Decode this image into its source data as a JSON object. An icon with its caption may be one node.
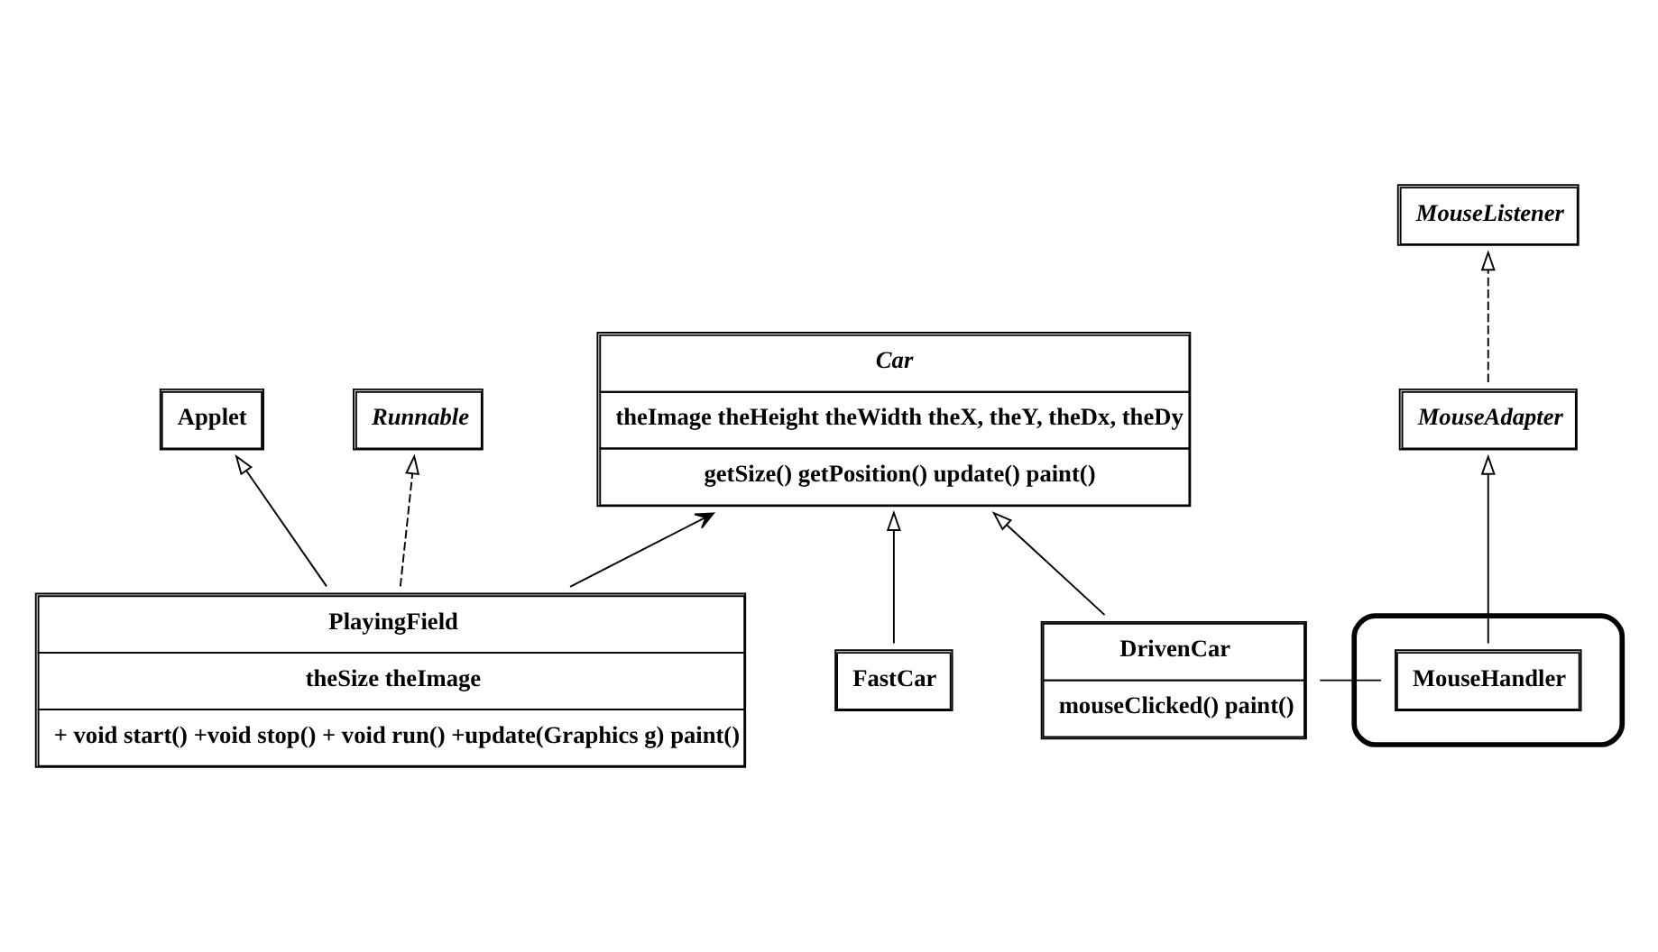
{
  "diagram": {
    "nodes": [
      {
        "text": [
          "Applet"
        ]
      },
      {
        "text": [
          "Runnable"
        ]
      },
      {
        "text": [
          "PlayingField",
          "theSize theImage",
          "+ void start() +void stop() + void run() +update(Graphics g) paint()"
        ]
      },
      {
        "text": [
          "Car",
          "theImage theHeight theWidth theX, theY, theDx, theDy",
          "getSize() getPosition() update() paint()"
        ]
      },
      {
        "text": [
          "MouseListener"
        ]
      },
      {
        "text": [
          "MouseAdapter"
        ]
      },
      {
        "text": [],
        "shape": "ellipse"
      },
      {
        "text": [
          "MouseHandler"
        ],
        "in": 6
      },
      {
        "text": [
          "FastCar"
        ]
      },
      {
        "text": [
          "DrivenCar",
          "mouseClicked() paint()"
        ]
      }
    ],
    "edges": [
      {
        "from": 2,
        "to": 0,
        "arrow": "to"
      },
      {
        "from": 2,
        "to": 1,
        "arrow": "to",
        "style": "dashed"
      },
      {
        "from": 2,
        "to": 3,
        "arrow": "to"
      },
      {
        "from": 8,
        "to": 3,
        "arrow": "to"
      },
      {
        "from": 9,
        "to": 3,
        "arrow": "to"
      },
      {
        "from": 5,
        "to": 4,
        "arrow": "to",
        "style": "dashed"
      },
      {
        "from": 7,
        "to": 5,
        "arrow": "to"
      },
      {
        "from": 9,
        "to": 7,
        "arrow": "none"
      }
    ]
  }
}
